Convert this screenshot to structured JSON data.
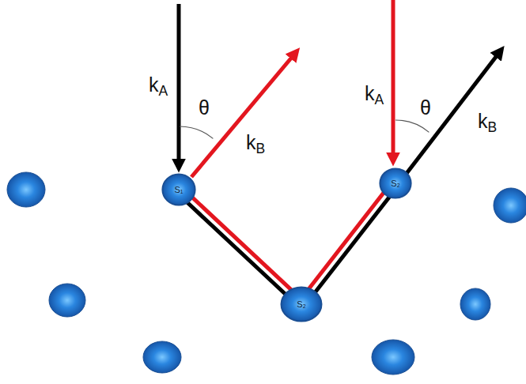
{
  "diagram": {
    "nodes": [
      {
        "text": [
          "S₁"
        ]
      },
      {
        "text": [
          "S₂"
        ]
      },
      {
        "text": [
          "S₂"
        ]
      }
    ],
    "edges": [
      {
        "from": 0,
        "to": 2,
        "arrow": "none"
      },
      {
        "from": 0,
        "to": 2,
        "arrow": "none"
      },
      {
        "from": 2,
        "to": 1,
        "arrow": "none"
      },
      {
        "from": 2,
        "to": 1,
        "arrow": "none"
      }
    ],
    "labels": [
      "kA",
      "θ",
      "kB",
      "kA",
      "θ",
      "kB"
    ]
  }
}
